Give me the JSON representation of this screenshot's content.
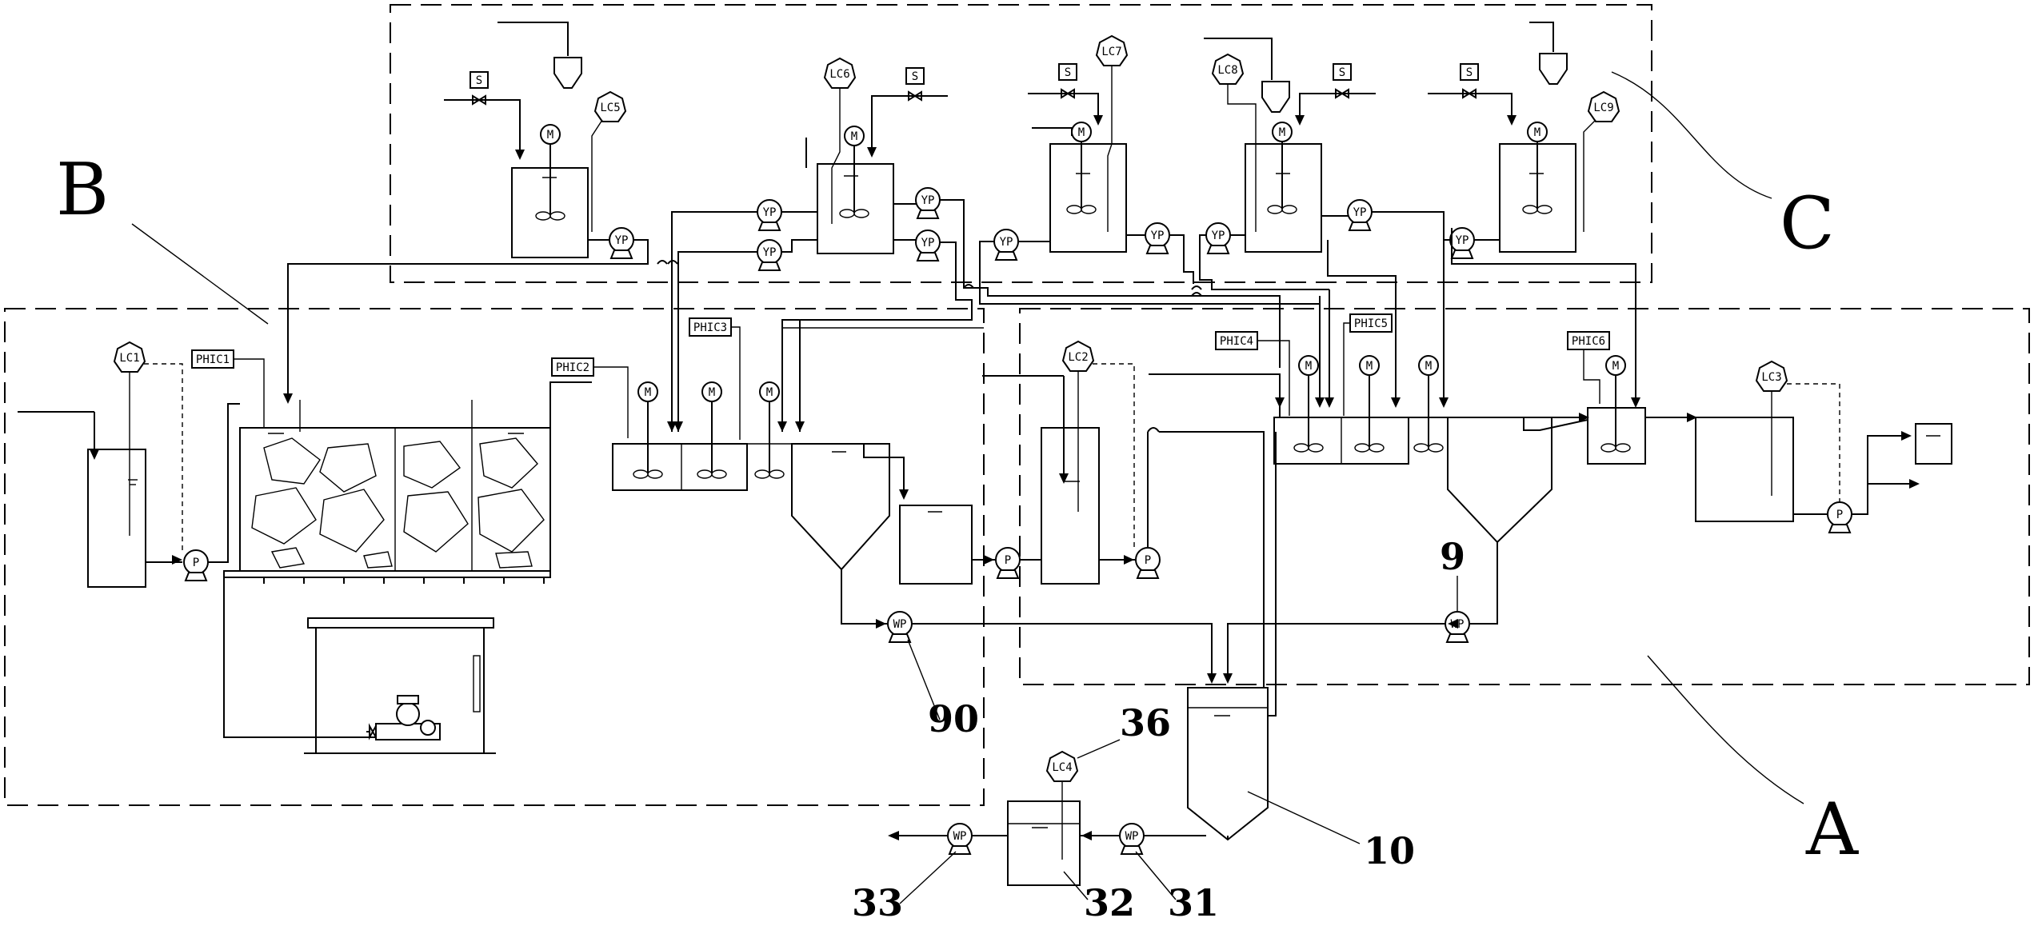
{
  "labels": {
    "region_a": "A",
    "region_b": "B",
    "region_c": "C",
    "ref_9": "9",
    "ref_90": "90",
    "ref_36": "36",
    "ref_10": "10",
    "ref_33": "33",
    "ref_32": "32",
    "ref_31": "31"
  },
  "level_controllers": [
    "LC1",
    "LC2",
    "LC3",
    "LC4",
    "LC5",
    "LC6",
    "LC7",
    "LC8",
    "LC9"
  ],
  "ph_controllers": [
    "PHIC1",
    "PHIC2",
    "PHIC3",
    "PHIC4",
    "PHIC5",
    "PHIC6"
  ],
  "symbols": {
    "pump": "P",
    "dosing_pump": "YP",
    "sludge_pump": "WP",
    "mixer_motor": "M",
    "solenoid_valve": "S"
  }
}
